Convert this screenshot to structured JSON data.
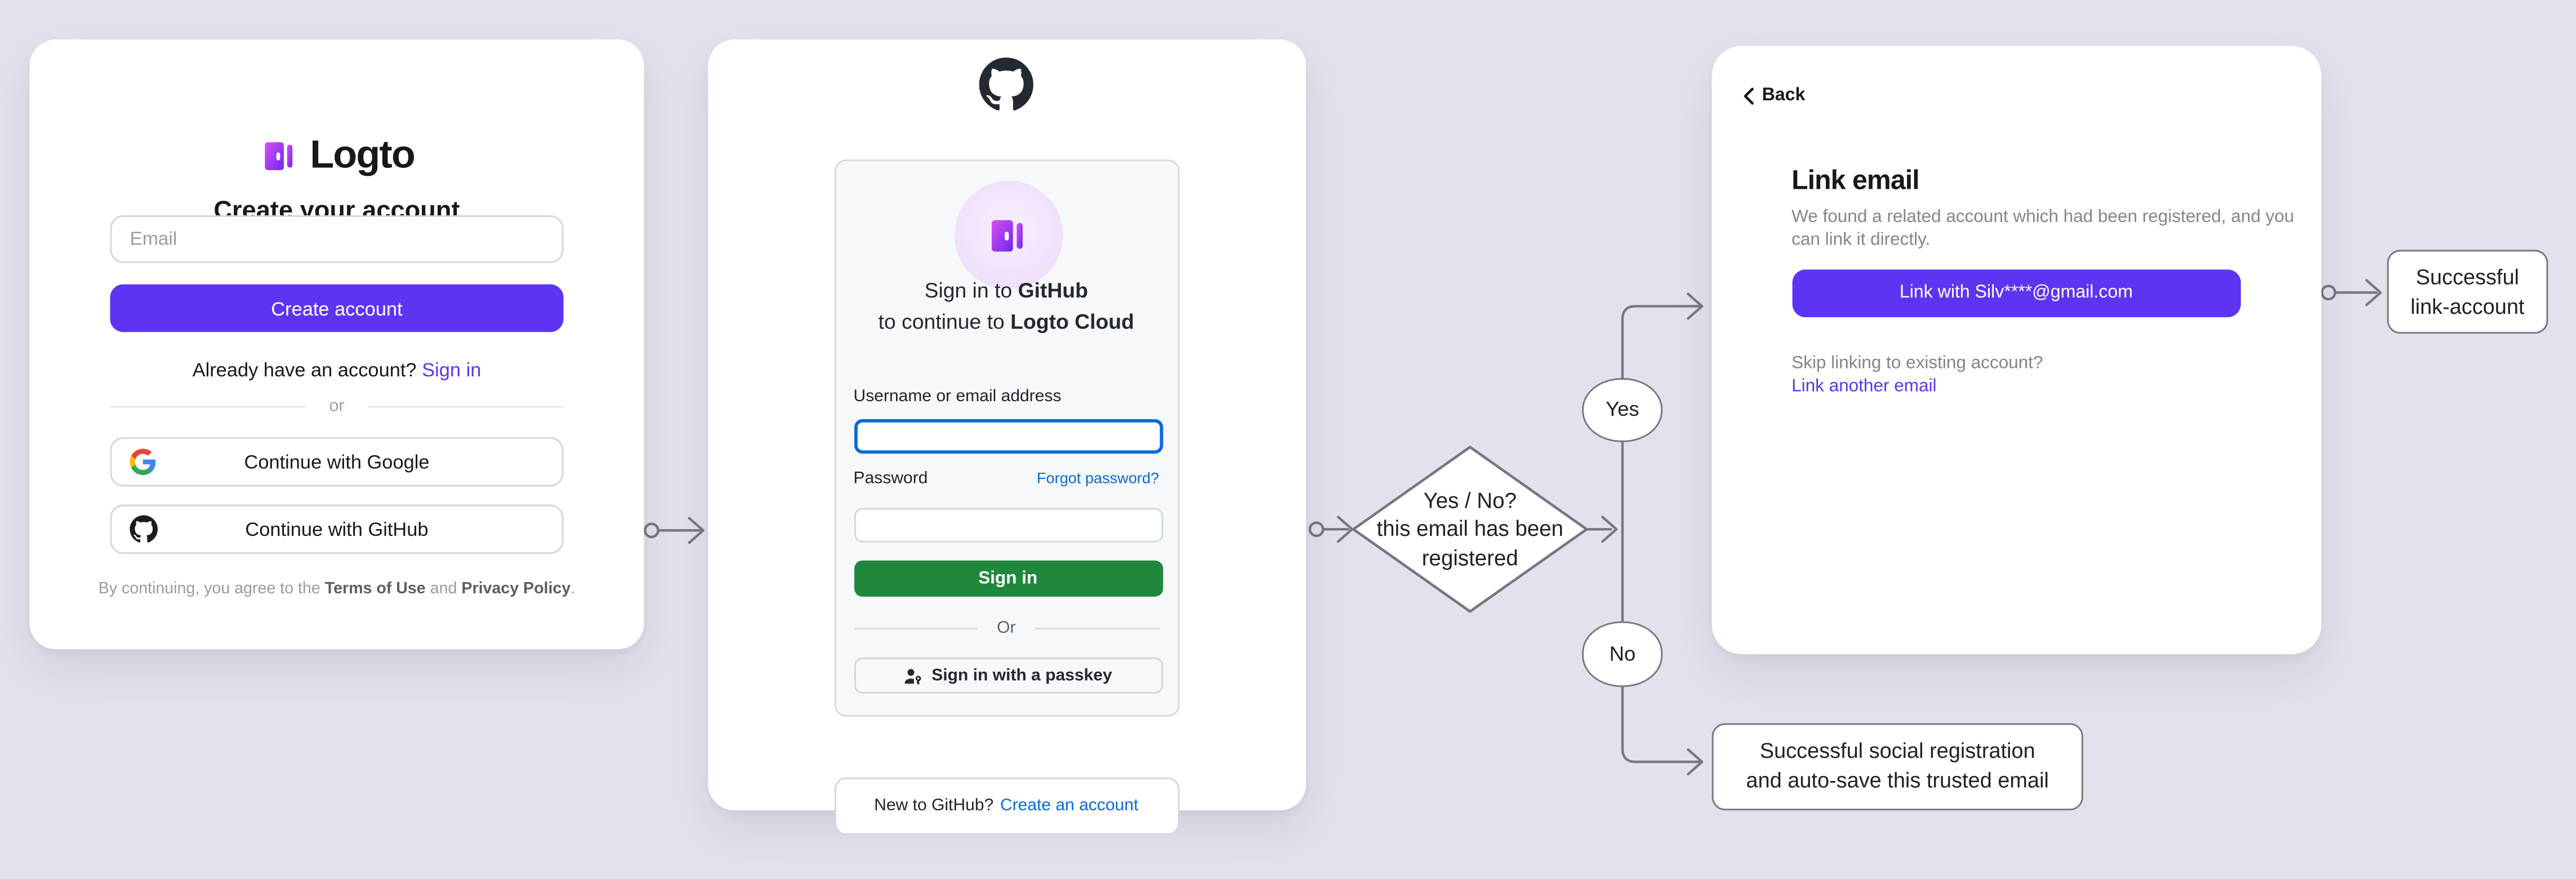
{
  "colors": {
    "accent": "#5d34f2",
    "gh-green": "#1f883d",
    "gh-blue": "#0969da",
    "connector": "#797582",
    "bg": "#e4e1ed",
    "door_grad_start": "#d94fee",
    "door_grad_end": "#6d28f2"
  },
  "logto_card": {
    "brand": "Logto",
    "title": "Create your account",
    "email_placeholder": "Email",
    "create_button": "Create account",
    "have_account": "Already have an account?",
    "sign_in_link": "Sign in",
    "divider": "or",
    "google_button": "Continue with Google",
    "github_button": "Continue with GitHub",
    "terms": {
      "prefix": "By continuing, you agree to the",
      "terms_link": "Terms of Use",
      "and": "and",
      "privacy_link": "Privacy Policy",
      "period": "."
    }
  },
  "github_card": {
    "heading": {
      "line1_normal": "Sign in to",
      "line1_bold": "GitHub",
      "line2_normal": "to continue to",
      "line2_bold": "Logto Cloud"
    },
    "username_label": "Username or email address",
    "password_label": "Password",
    "forgot_password_link": "Forgot password?",
    "sign_in_button": "Sign in",
    "divider": "Or",
    "passkey_button": "Sign in with a passkey",
    "new_to_github": "New to GitHub?",
    "create_account_link": "Create an account"
  },
  "decision": {
    "lines": [
      "Yes / No?",
      "this email has been",
      "registered"
    ],
    "yes_label": "Yes",
    "no_label": "No"
  },
  "link_card": {
    "back_label": "Back",
    "title": "Link email",
    "description": "We found a related account which had been registered, and you can link it directly.",
    "link_button": "Link with Silv****@gmail.com",
    "skip_question": "Skip linking to existing account?",
    "link_another_email": "Link another email"
  },
  "outcome_link_account": {
    "lines": [
      "Successful",
      "link-account"
    ]
  },
  "outcome_social": {
    "lines": [
      "Successful social registration",
      "and auto-save this trusted email"
    ]
  }
}
